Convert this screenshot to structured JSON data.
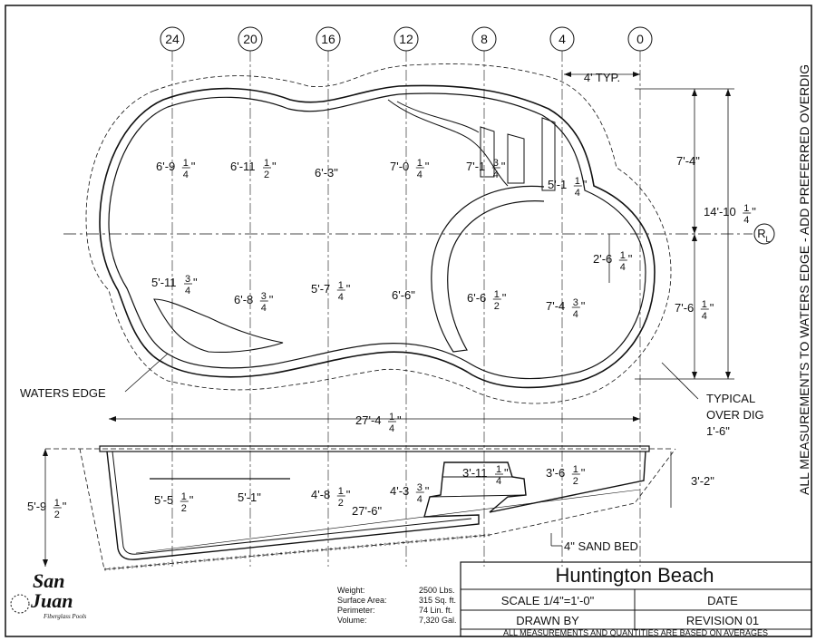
{
  "grid_numbers": [
    "24",
    "20",
    "16",
    "12",
    "8",
    "4",
    "0"
  ],
  "plan": {
    "typ_spacing": "4' TYP.",
    "top_row": [
      "6'-9",
      "6'-11",
      "6'-3\"",
      "7'-0",
      "7'-1",
      "5'-1"
    ],
    "top_row_fracs": [
      "1|4",
      "1|2",
      "",
      "1|4",
      "3|4",
      "1|4"
    ],
    "bottom_row": [
      "5'-11",
      "6'-8",
      "5'-7",
      "6'-6\"",
      "6'-6",
      "7'-4"
    ],
    "bottom_row_fracs": [
      "3|4",
      "3|4",
      "1|4",
      "",
      "1|2",
      "3|4"
    ],
    "radius": "2'-6",
    "radius_frac": "1|4",
    "right_top": "7'-4\"",
    "right_total": "14'-10",
    "right_total_frac": "1|4",
    "right_bottom": "7'-6",
    "right_bottom_frac": "1|4",
    "centerline": "R",
    "centerline_sub": "L",
    "overall_length": "27'-4",
    "overall_length_frac": "1|4",
    "waters_edge": "WATERS EDGE",
    "typical_over_dig": [
      "TYPICAL",
      "OVER DIG",
      "1'-6\""
    ]
  },
  "section": {
    "left_depth": "5'-9",
    "left_depth_frac": "1|2",
    "depths": [
      "5'-5",
      "5'-1\"",
      "4'-8",
      "4'-3",
      "3'-11",
      "3'-6"
    ],
    "depth_fracs": [
      "1|2",
      "",
      "1|2",
      "3|4",
      "1|4",
      "1|2"
    ],
    "floor_length": "27'-6\"",
    "shallow_depth": "3'-2\"",
    "sand_bed": "4\" SAND BED"
  },
  "side_note": "ALL MEASUREMENTS TO WATERS EDGE - ADD PREFERRED OVERDIG",
  "logo": {
    "line1": "San",
    "line2": "Juan",
    "tagline": "Fiberglass Pools"
  },
  "specs": [
    {
      "label": "Weight:",
      "value": "2500 Lbs."
    },
    {
      "label": "Surface Area:",
      "value": "315 Sq. ft."
    },
    {
      "label": "Perimeter:",
      "value": "74 Lin. ft."
    },
    {
      "label": "Volume:",
      "value": "7,320 Gal."
    }
  ],
  "title_block": {
    "name": "Huntington Beach",
    "scale": "SCALE 1/4\"=1'-0\"",
    "date": "DATE",
    "drawn_by": "DRAWN BY",
    "revision": "REVISION 01",
    "footnote": "ALL MEASUREMENTS AND QUANTITIES ARE BASED ON AVERAGES"
  }
}
